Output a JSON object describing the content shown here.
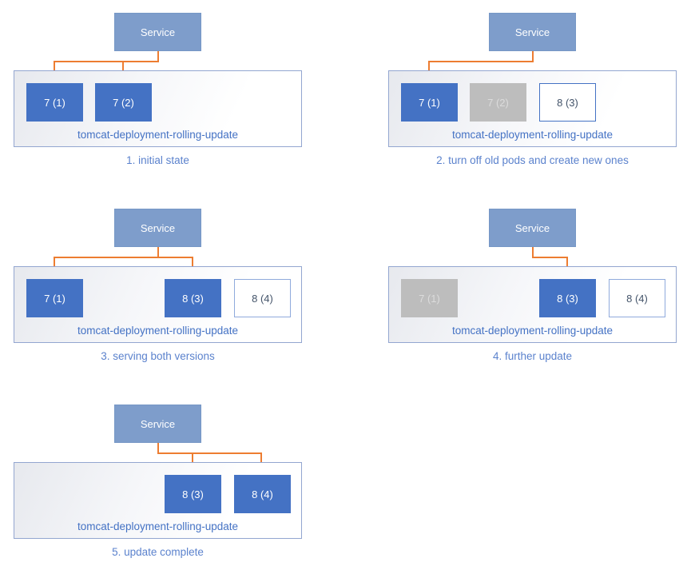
{
  "colors": {
    "service_fill": "#7E9DCB",
    "pod_active": "#4472C4",
    "pod_inactive": "#BDBDBD",
    "pod_new_border": "#4472C4",
    "pod_pending_border": "#8FAADC",
    "arrow": "#ED7D31",
    "deployment_border": "#93A6D0",
    "label_text": "#4472C4",
    "caption_text": "#5B82CD"
  },
  "panels": [
    {
      "step": 1,
      "caption": "1. initial state",
      "service_label": "Service",
      "deployment_label": "tomcat-deployment-rolling-update",
      "pods": [
        {
          "label": "7 (1)",
          "state": "active"
        },
        {
          "label": "7 (2)",
          "state": "active"
        }
      ],
      "arrows_to": [
        "7 (1)",
        "7 (2)"
      ]
    },
    {
      "step": 2,
      "caption": "2. turn off old pods and create new ones",
      "service_label": "Service",
      "deployment_label": "tomcat-deployment-rolling-update",
      "pods": [
        {
          "label": "7 (1)",
          "state": "active"
        },
        {
          "label": "7 (2)",
          "state": "inactive"
        },
        {
          "label": "8 (3)",
          "state": "new"
        }
      ],
      "arrows_to": [
        "7 (1)"
      ]
    },
    {
      "step": 3,
      "caption": "3. serving both versions",
      "service_label": "Service",
      "deployment_label": "tomcat-deployment-rolling-update",
      "pods": [
        {
          "label": "7 (1)",
          "state": "active"
        },
        {
          "label": "8 (3)",
          "state": "active"
        },
        {
          "label": "8 (4)",
          "state": "pending"
        }
      ],
      "arrows_to": [
        "7 (1)",
        "8 (3)"
      ]
    },
    {
      "step": 4,
      "caption": "4. further update",
      "service_label": "Service",
      "deployment_label": "tomcat-deployment-rolling-update",
      "pods": [
        {
          "label": "7 (1)",
          "state": "inactive"
        },
        {
          "label": "8 (3)",
          "state": "active"
        },
        {
          "label": "8 (4)",
          "state": "pending"
        }
      ],
      "arrows_to": [
        "8 (3)"
      ]
    },
    {
      "step": 5,
      "caption": "5. update complete",
      "service_label": "Service",
      "deployment_label": "tomcat-deployment-rolling-update",
      "pods": [
        {
          "label": "8 (3)",
          "state": "active"
        },
        {
          "label": "8 (4)",
          "state": "active"
        }
      ],
      "arrows_to": [
        "8 (3)",
        "8 (4)"
      ]
    }
  ]
}
